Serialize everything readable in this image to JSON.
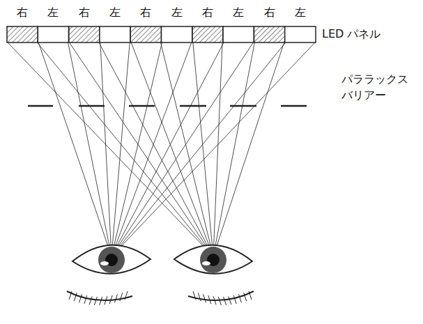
{
  "diagram": {
    "labels": [
      "右",
      "左",
      "右",
      "左",
      "右",
      "左",
      "右",
      "左",
      "右",
      "左",
      "LED パネル",
      "パララックス バリアー"
    ]
  }
}
